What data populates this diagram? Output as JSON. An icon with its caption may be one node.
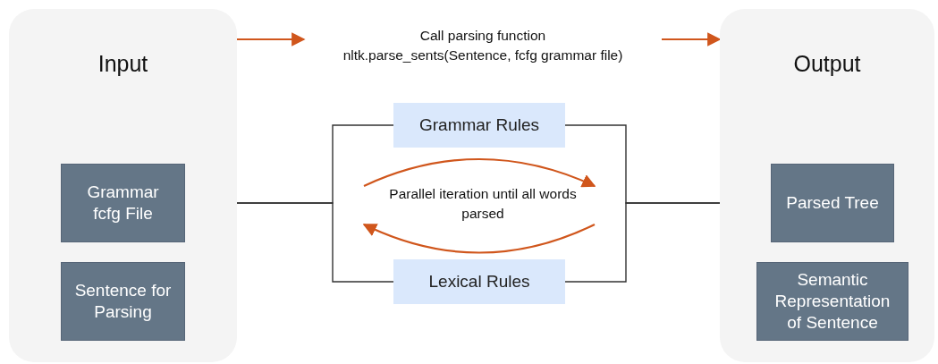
{
  "diagram": {
    "nodes": [
      {
        "text": [
          "Input"
        ]
      },
      {
        "text": [
          "Grammar fcfg File"
        ],
        "in": 0
      },
      {
        "text": [
          "Sentence for Parsing"
        ],
        "in": 0
      },
      {
        "text": [
          "Output"
        ]
      },
      {
        "text": [
          "Parsed Tree"
        ],
        "in": 3
      },
      {
        "text": [
          "Semantic Representation of Sentence"
        ],
        "in": 3
      },
      {
        "text": [
          "Grammar Rules"
        ]
      },
      {
        "text": [
          "Lexical Rules"
        ]
      },
      {
        "text": [
          "Call parsing function",
          "nltk.parse_sents(Sentence, fcfg grammar file)"
        ]
      }
    ],
    "edges": [
      {
        "from": 0,
        "to": 8,
        "arrow": "to",
        "color": "#d0561c"
      },
      {
        "from": 8,
        "to": 3,
        "arrow": "to",
        "color": "#d0561c"
      },
      {
        "from": 1,
        "to": 6,
        "arrow": "none"
      },
      {
        "from": 1,
        "to": 7,
        "arrow": "none"
      },
      {
        "from": 6,
        "to": 4,
        "arrow": "none"
      },
      {
        "from": 7,
        "to": 4,
        "arrow": "none"
      }
    ],
    "labels": [
      "Parallel iteration until all words parsed"
    ]
  }
}
